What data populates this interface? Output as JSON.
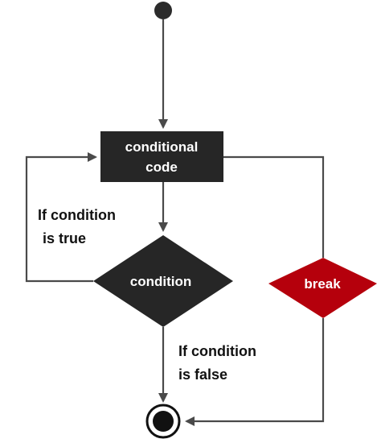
{
  "diagram": {
    "process_box": {
      "line1": "conditional",
      "line2": "code"
    },
    "condition_node": {
      "label": "condition"
    },
    "break_node": {
      "label": "break"
    },
    "true_branch_label": {
      "line1": "If condition",
      "line2": "is true"
    },
    "false_branch_label": {
      "line1": "If condition",
      "line2": "is false"
    }
  },
  "colors": {
    "node_fill": "#262626",
    "break_fill": "#b5000c",
    "edge": "#4a4a4a",
    "text_on_node": "#ffffff",
    "label_text": "#111111"
  }
}
